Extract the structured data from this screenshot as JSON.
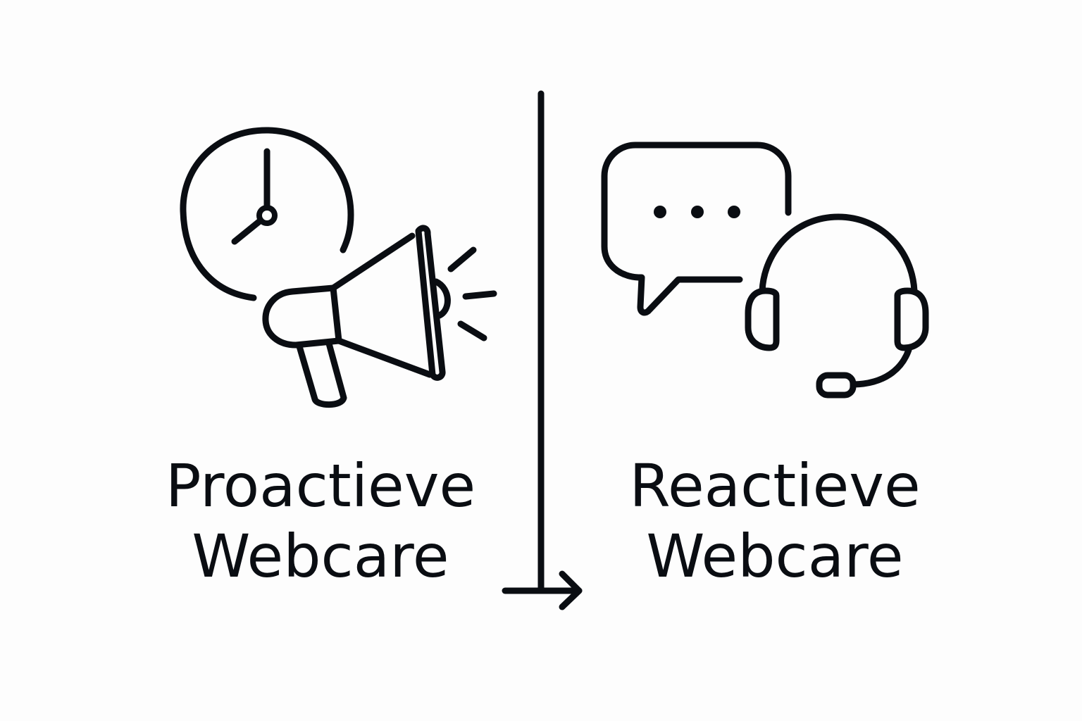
{
  "diagram": {
    "stroke_color": "#0a0d12",
    "background": "#fdfdfd",
    "left": {
      "title_line1": "Proactieve",
      "title_line2": "Webcare",
      "icons": [
        "clock-icon",
        "megaphone-icon"
      ]
    },
    "right": {
      "title_line1": "Reactieve",
      "title_line2": "Webcare",
      "icons": [
        "chat-bubble-icon",
        "headset-icon"
      ]
    },
    "divider": {
      "type": "vertical-line-with-arrow",
      "arrow_direction": "right"
    }
  }
}
